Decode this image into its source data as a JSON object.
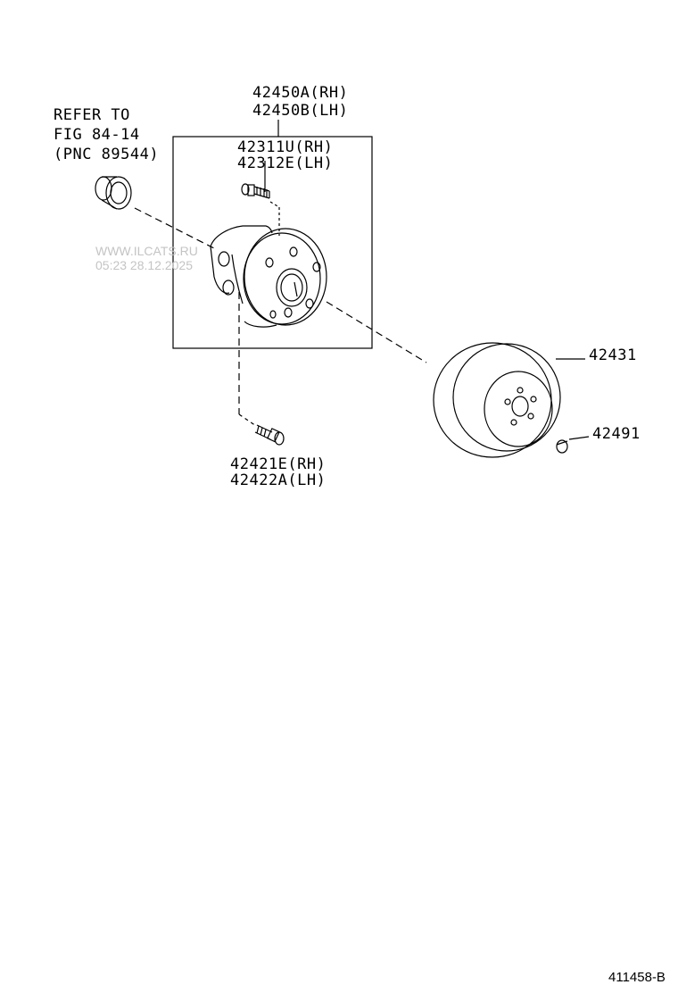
{
  "refer": {
    "line1": "REFER TO",
    "line2": "FIG 84-14",
    "line3": "(PNC 89544)"
  },
  "hub_assembly": {
    "line1": "42450A(RH)",
    "line2": "42450B(LH)"
  },
  "hub_bolt": {
    "line1": "42311U(RH)",
    "line2": "42312E(LH)"
  },
  "mount_bolt": {
    "line1": "42421E(RH)",
    "line2": "42422A(LH)"
  },
  "disc": {
    "label": "42431"
  },
  "plug": {
    "label": "42491"
  },
  "watermark": {
    "line1": "WWW.ILCATS.RU",
    "line2": "05:23 28.12.2025"
  },
  "figure_number": "411458-B"
}
